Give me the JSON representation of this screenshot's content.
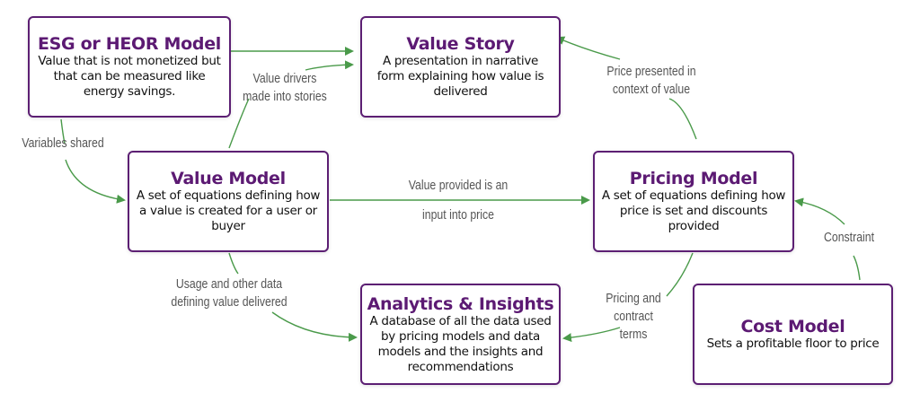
{
  "nodes": {
    "esg": {
      "title": "ESG or HEOR Model",
      "desc": "Value that is not monetized but that can be measured like energy savings."
    },
    "story": {
      "title": "Value Story",
      "desc": "A presentation in narrative form explaining how value is delivered"
    },
    "value": {
      "title": "Value Model",
      "desc": "A set of equations defining how a value is created for a user or buyer"
    },
    "pricing": {
      "title": "Pricing Model",
      "desc": "A set of equations defining how price is set and discounts provided"
    },
    "analytics": {
      "title": "Analytics & Insights",
      "desc": "A database of all the data used by pricing models and data models and the insights and recommendations"
    },
    "cost": {
      "title": "Cost Model",
      "desc": "Sets a profitable floor to price"
    }
  },
  "edges": {
    "drivers": {
      "line1": "Value drivers",
      "line2": "made into stories"
    },
    "price_context": {
      "line1": "Price presented in",
      "line2": "context of value"
    },
    "variables": {
      "line1": "Variables shared"
    },
    "value_input": {
      "line1": "Value provided is an",
      "line2": "input into price"
    },
    "constraint": {
      "line1": "Constraint"
    },
    "usage": {
      "line1": "Usage and other data",
      "line2": "defining value delivered"
    },
    "pricing_terms": {
      "line1": "Pricing and",
      "line2": "contract",
      "line3": "terms"
    }
  },
  "colors": {
    "box_border": "#5c1f73",
    "title": "#5c1a73",
    "arrow": "#4a9a4a",
    "label": "#555555"
  }
}
